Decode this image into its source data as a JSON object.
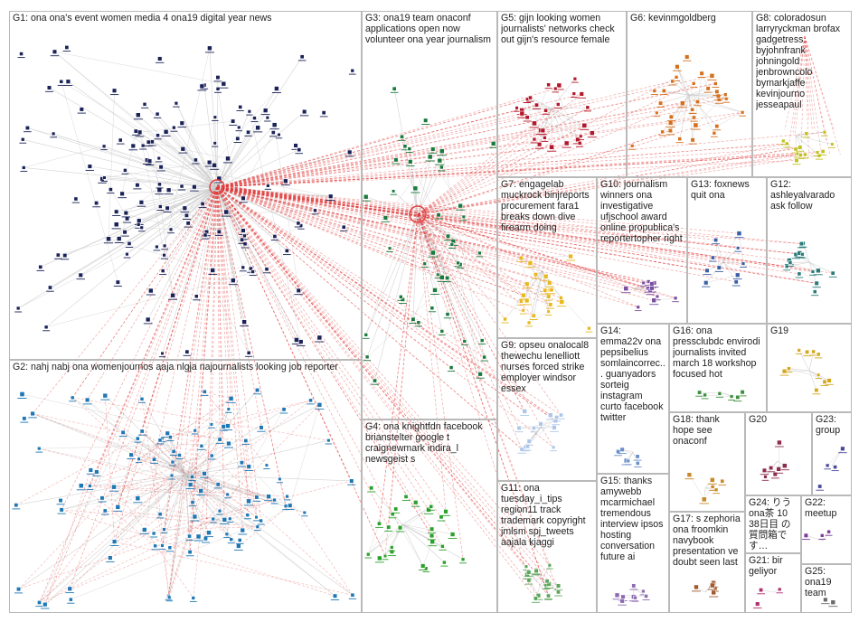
{
  "groups": [
    {
      "id": "G1",
      "label": "G1: ona ona's event women media 4 ona19 digital year news",
      "color": "#1a2257"
    },
    {
      "id": "G2",
      "label": "G2: nahj nabj ona womenjournos aaja nlgja najournalists looking job reporter",
      "color": "#1f77b4"
    },
    {
      "id": "G3",
      "label": "G3: ona19 team onaconf applications open now volunteer ona year journalism",
      "color": "#1b7a3e"
    },
    {
      "id": "G4",
      "label": "G4: ona knightfdn facebook brianstelter google t craignewmark indira_l newsgeist s",
      "color": "#2ca02c"
    },
    {
      "id": "G5",
      "label": "G5: gijn looking women journalists' networks check out gijn's resource female",
      "color": "#b2182b"
    },
    {
      "id": "G6",
      "label": "G6: kevinmgoldberg",
      "color": "#d4701f"
    },
    {
      "id": "G7",
      "label": "G7: engagelab muckrock binjreports procurement fara1 breaks down dive firearm doing",
      "color": "#e8b820"
    },
    {
      "id": "G8",
      "label": "G8: coloradosun larryryckman brofax gadgetress byjohnfrank johningold jenbrowncolo bymarkjaffe kevinjourno jesseapaul",
      "color": "#c2c020"
    },
    {
      "id": "G9",
      "label": "G9: opseu onalocal8 thewechu lenelliott nurses forced strike employer windsor essex",
      "color": "#aec7e8"
    },
    {
      "id": "G10",
      "label": "G10: journalism winners ona investigative ufjschool award online propublica's reportertopher right",
      "color": "#7b4fa0"
    },
    {
      "id": "G11",
      "label": "G11: ona tuesday_i_tips region11 track trademark copyright jmlsm spj_tweets aajala kjaggi",
      "color": "#5ca65c"
    },
    {
      "id": "G12",
      "label": "G12: ashleyalvarado ask follow",
      "color": "#2b7b7b"
    },
    {
      "id": "G13",
      "label": "G13: foxnews quit ona",
      "color": "#3a5fa8"
    },
    {
      "id": "G14",
      "label": "G14: emma22v ona pepsibelius somlaincorrec... guanyadors sorteig instagram curto facebook twitter",
      "color": "#6b8fc9"
    },
    {
      "id": "G15",
      "label": "G15: thanks amywebb mcarmichael tremendous interview ipsos hosting conversation future ai",
      "color": "#8e6bb0"
    },
    {
      "id": "G16",
      "label": "G16: ona pressclubdc envirodi journalists invited march 18 workshop focused hot",
      "color": "#3f8f3f"
    },
    {
      "id": "G17",
      "label": "G17: s zephoria ona froomkin navybook presentation ve doubt seen last",
      "color": "#a05a2c"
    },
    {
      "id": "G18",
      "label": "G18: thank hope see onaconf",
      "color": "#c98a2a"
    },
    {
      "id": "G19",
      "label": "G19",
      "color": "#d6a820"
    },
    {
      "id": "G20",
      "label": "G20",
      "color": "#8c2d4d"
    },
    {
      "id": "G21",
      "label": "G21: bir geliyor",
      "color": "#b03070"
    },
    {
      "id": "G22",
      "label": "G22: meetup",
      "color": "#7a3a9a"
    },
    {
      "id": "G23",
      "label": "G23: group",
      "color": "#4a4a9a"
    },
    {
      "id": "G24",
      "label": "G24: りう ona茶 10 38日目 の質問箱です…",
      "color": "#b0305a"
    },
    {
      "id": "G25",
      "label": "G25: ona19 team",
      "color": "#6a6a6a"
    }
  ],
  "colors": {
    "edge_gray": "#c9c9c9",
    "edge_red": "#e23b3b",
    "panel_border": "#b9b9b9",
    "label_text": "#1e1e1e",
    "background": "#ffffff"
  }
}
